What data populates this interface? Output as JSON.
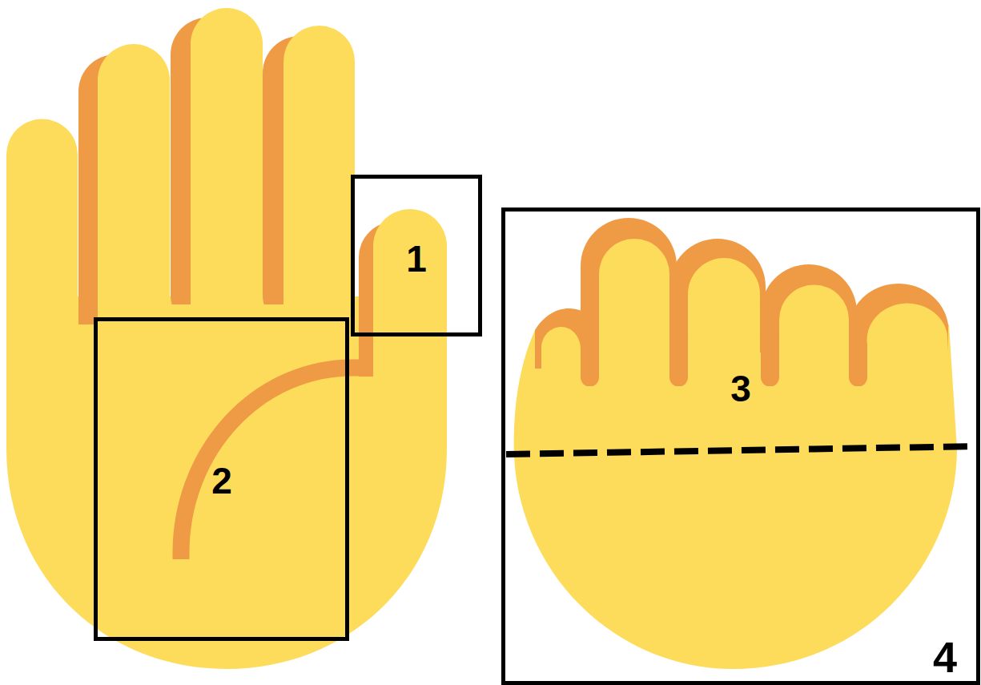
{
  "diagram": {
    "nodes": [
      {
        "text": [
          "1"
        ]
      },
      {
        "text": [
          "2"
        ]
      },
      {
        "text": [
          "4"
        ]
      }
    ],
    "labels": [
      "3"
    ]
  }
}
